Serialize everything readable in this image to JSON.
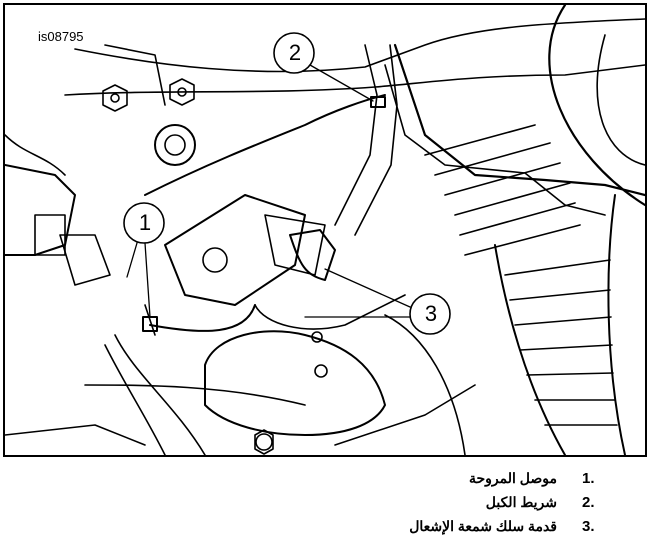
{
  "figure": {
    "id": "is08795",
    "callouts": [
      {
        "number": "1"
      },
      {
        "number": "2"
      },
      {
        "number": "3"
      }
    ]
  },
  "legend": [
    {
      "number": "1.",
      "text": "موصل المروحة"
    },
    {
      "number": "2.",
      "text": "شريط الكبل"
    },
    {
      "number": "3.",
      "text": "قدمة سلك شمعة الإشعال"
    }
  ],
  "colors": {
    "line": "#000000",
    "background": "#ffffff"
  }
}
